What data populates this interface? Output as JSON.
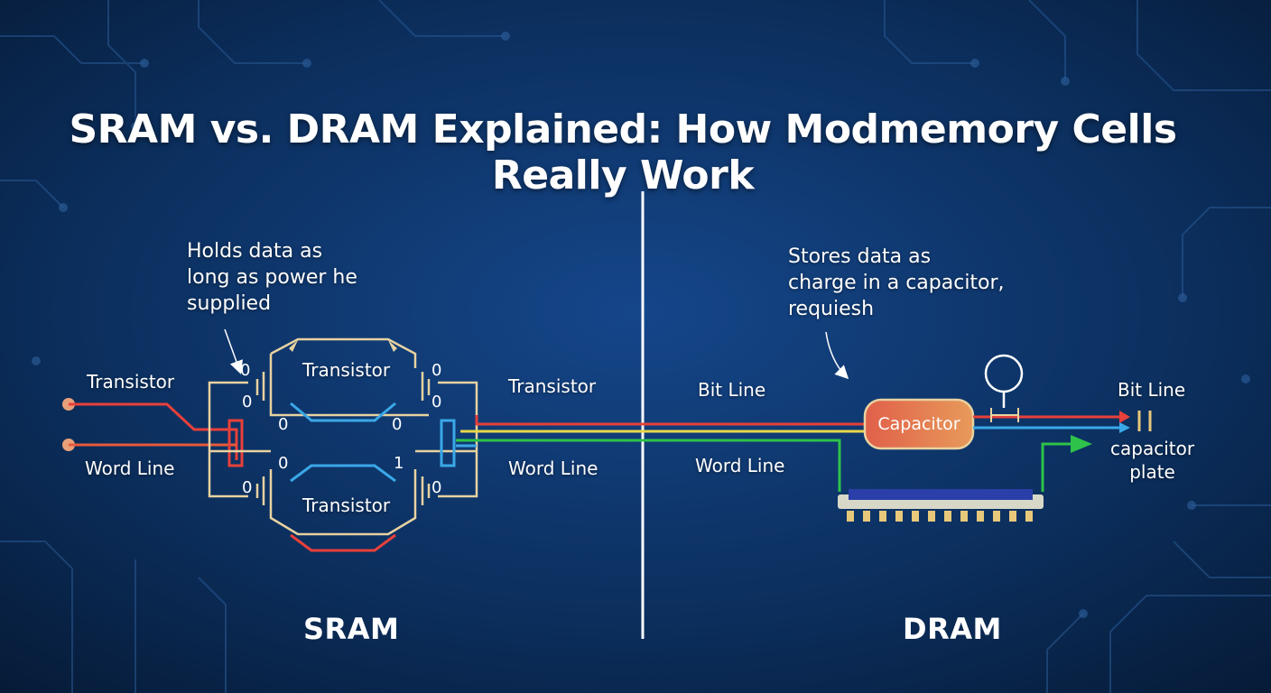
{
  "title": "SRAM vs. DRAM Explained: How Modmemory Cells Really Work",
  "colors": {
    "background": "#0b2e5c",
    "red_line": "#e8403a",
    "yellow_line": "#e8d84a",
    "blue_line": "#3aa8e8",
    "green_line": "#2ec24a",
    "cell_outline": "#e8d2a0",
    "capacitor": "#e0604a"
  },
  "sram": {
    "note": "Holds data as\nlong as power he\nsupplied",
    "left_transistor_label": "Transistor",
    "left_word_line_label": "Word Line",
    "top_transistor_label": "Transistor",
    "bottom_transistor_label": "Transistor",
    "right_transistor_label": "Transistor",
    "right_word_line_label": "Word Line",
    "bits": [
      "0",
      "0",
      "0",
      "0",
      "0",
      "0",
      "0",
      "1",
      "0",
      "0"
    ],
    "section_label": "SRAM"
  },
  "dram": {
    "note": "Stores data as\ncharge in a capacitor,\nrequiesh",
    "bit_line_label": "Bit Line",
    "word_line_label": "Word Line",
    "capacitor_label": "Capacitor",
    "right_bit_line_label": "Bit Line",
    "capacitor_plate_label": "capacitor\nplate",
    "section_label": "DRAM"
  }
}
